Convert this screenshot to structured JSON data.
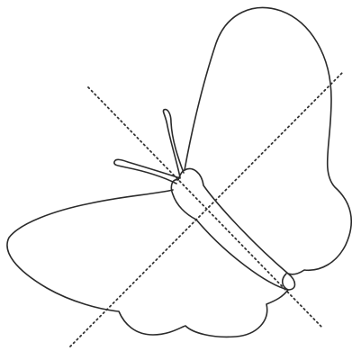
{
  "figure": {
    "subject": "butterfly",
    "lines": [
      "line-of-symmetry-a",
      "line-of-symmetry-b"
    ]
  },
  "colors": {
    "background": "#ffffff",
    "outline": "#2b2b2b",
    "dotted_line": "#333333"
  }
}
